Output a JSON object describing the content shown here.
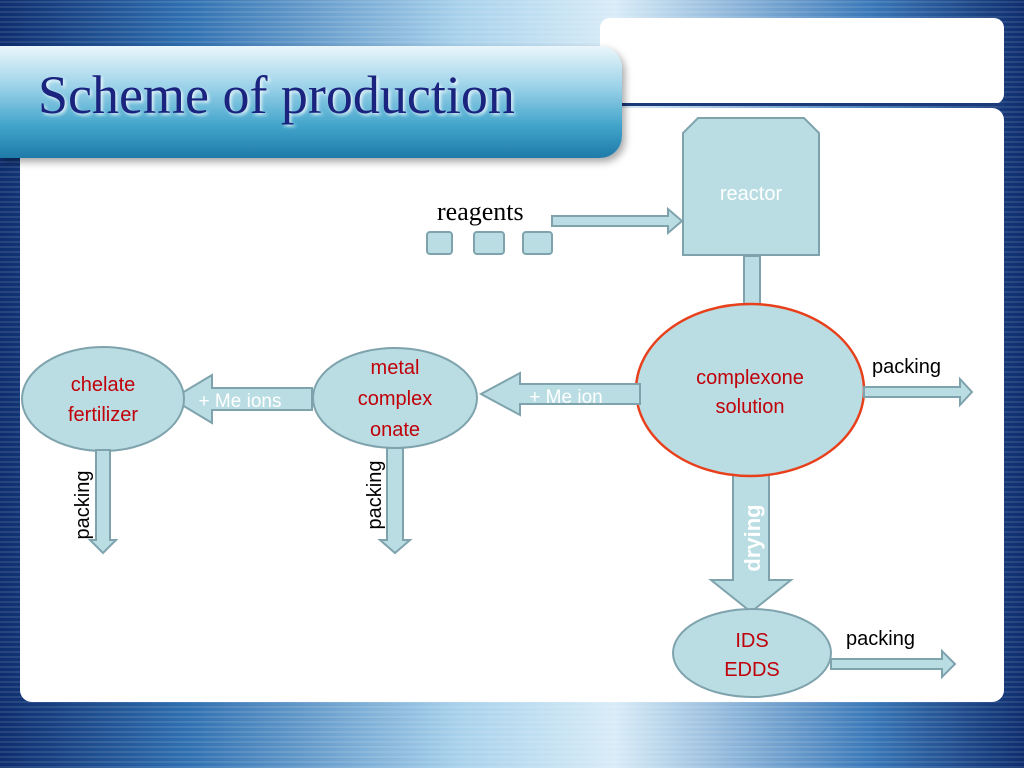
{
  "title": "Scheme of production",
  "reagents_label": "reagents",
  "reactor_label": "reactor",
  "complexone": {
    "line1": "complexone",
    "line2": "solution"
  },
  "metal_complex": {
    "line1": "metal",
    "line2": "complex",
    "line3": "onate"
  },
  "chelate": {
    "line1": "chelate",
    "line2": "fertilizer"
  },
  "ids": {
    "line1": "IDS",
    "line2": "EDDS"
  },
  "me_ion_label": "+ Me ion",
  "me_ions_label": "+ Me ions",
  "drying_label": "drying",
  "packing_label": "packing",
  "colors": {
    "node_fill": "#b9dde2",
    "node_stroke": "#7fa3ad",
    "accent_red": "#c0000a",
    "highlight_stroke": "#e8401c",
    "arrow_text": "#ffffff"
  }
}
